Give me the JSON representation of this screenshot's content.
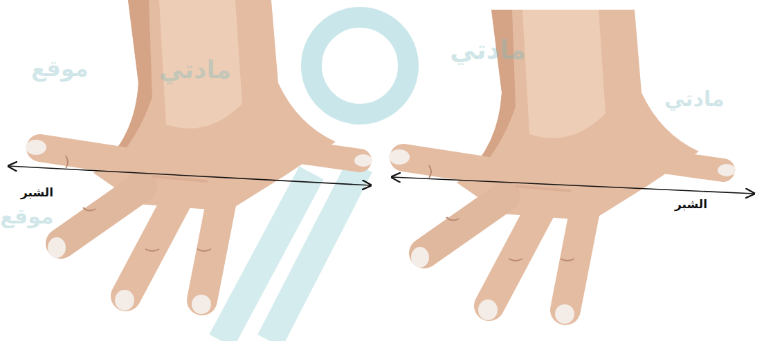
{
  "diagram": {
    "labels": [
      "الشبر",
      "الشبر",
      "موقع",
      "مادتي",
      "مادتي",
      "مادتي",
      "موقع"
    ]
  }
}
